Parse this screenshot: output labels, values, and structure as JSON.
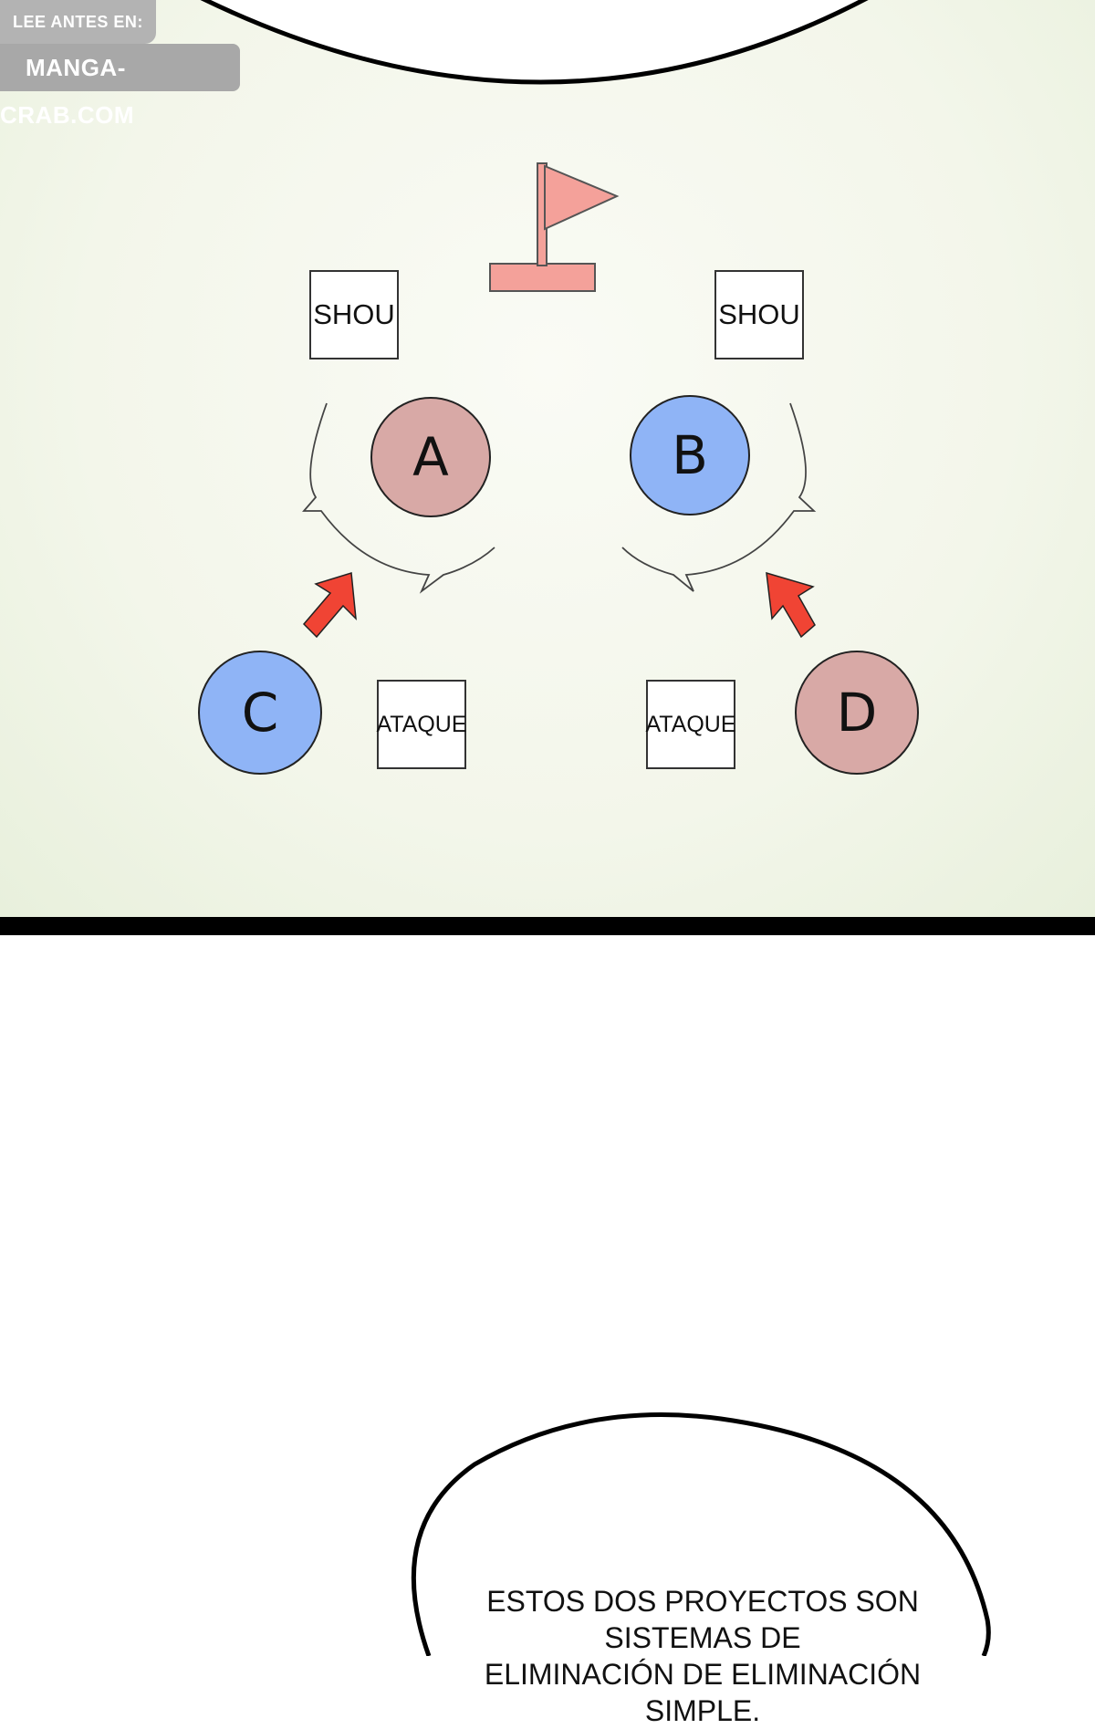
{
  "watermark": {
    "line1": "LEE ANTES EN:",
    "line2": "MANGA-CRAB.COM"
  },
  "diagram": {
    "nodes": [
      {
        "id": "A",
        "label": "A",
        "color": "#d8a9a6"
      },
      {
        "id": "B",
        "label": "B",
        "color": "#8fb4f6"
      },
      {
        "id": "C",
        "label": "C",
        "color": "#8fb4f6"
      },
      {
        "id": "D",
        "label": "D",
        "color": "#d8a9a6"
      }
    ],
    "labels": {
      "shou_left": "SHOU",
      "shou_right": "SHOU",
      "ataque_left": "ATAQUE",
      "ataque_right": "ATAQUE"
    },
    "flag_color": "#f4a19a",
    "arrow_color": "#f04434"
  },
  "speech_bubble": {
    "line1": "ESTOS DOS PROYECTOS SON SISTEMAS DE",
    "line2": "ELIMINACIÓN DE ELIMINACIÓN SIMPLE."
  }
}
